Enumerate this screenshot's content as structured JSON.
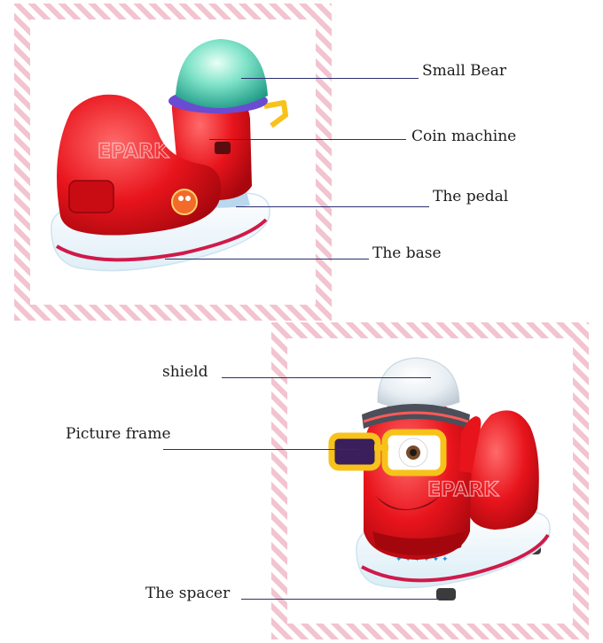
{
  "top_panel": {
    "callouts": [
      {
        "id": "small-bear",
        "text": "Small Bear"
      },
      {
        "id": "coin-machine",
        "text": "Coin machine"
      },
      {
        "id": "the-pedal",
        "text": "The pedal"
      },
      {
        "id": "the-base",
        "text": "The base"
      }
    ],
    "watermark": "EPARK"
  },
  "bottom_panel": {
    "callouts": [
      {
        "id": "shield",
        "text": "shield"
      },
      {
        "id": "picture-frame",
        "text": "Picture frame"
      },
      {
        "id": "the-spacer",
        "text": "The spacer"
      }
    ],
    "watermark": "EPARK"
  },
  "colors": {
    "stripe_pink": "#f2c4cf",
    "body_red": "#e8141c",
    "base_white": "#f4fbff",
    "base_stripe": "#d01a4a",
    "dome_green": "#7fe3c8",
    "glasses_yellow": "#f7c21a",
    "leader_line": "#2b2f6e"
  }
}
